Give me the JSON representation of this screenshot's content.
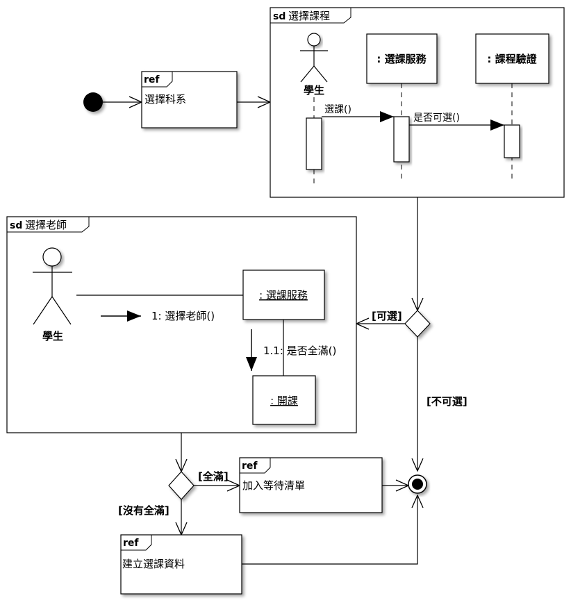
{
  "frames": {
    "select_course": {
      "keyword": "sd",
      "name": "選擇課程"
    },
    "select_teacher": {
      "keyword": "sd",
      "name": "選擇老師"
    },
    "ref_dept": {
      "keyword": "ref",
      "name": "選擇科系"
    },
    "ref_waitlist": {
      "keyword": "ref",
      "name": "加入等待清單"
    },
    "ref_create": {
      "keyword": "ref",
      "name": "建立選課資料"
    }
  },
  "select_course": {
    "actor": "學生",
    "lifelines": [
      ": 選課服務",
      ": 課程驗證"
    ],
    "messages": [
      "選課()",
      "是否可選()"
    ]
  },
  "select_teacher": {
    "actor": "學生",
    "objects": [
      ": 選課服務",
      ": 開課"
    ],
    "messages": [
      "1: 選擇老師()",
      "1.1: 是否全滿()"
    ]
  },
  "guards": {
    "selectable": "[可選]",
    "not_selectable": "[不可選]",
    "full": "[全滿]",
    "not_full": "[沒有全滿]"
  },
  "colors": {
    "line": "#000000",
    "shadow": "#b8b8b8",
    "fill": "#ffffff"
  }
}
